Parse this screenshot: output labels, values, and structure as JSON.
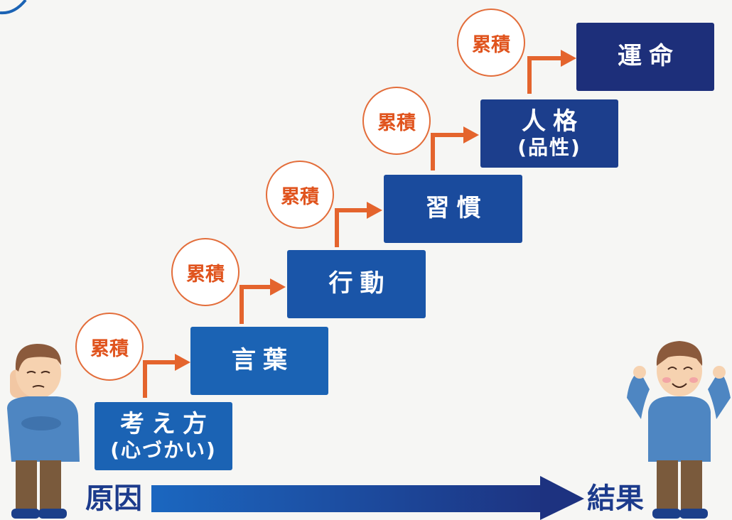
{
  "steps": [
    {
      "line1": "考え方",
      "line2": "(心づかい)"
    },
    {
      "line1": "言葉",
      "line2": ""
    },
    {
      "line1": "行動",
      "line2": ""
    },
    {
      "line1": "習慣",
      "line2": ""
    },
    {
      "line1": "人格",
      "line2": "(品性)"
    },
    {
      "line1": "運命",
      "line2": ""
    }
  ],
  "accumulate_label": "累積",
  "cause_label": "原因",
  "effect_label": "結果",
  "colors": {
    "step_light": "#1b63b4",
    "step_dark": "#1d2f7a",
    "arrow_orange": "#e4642d",
    "badge_text": "#e0541e"
  }
}
